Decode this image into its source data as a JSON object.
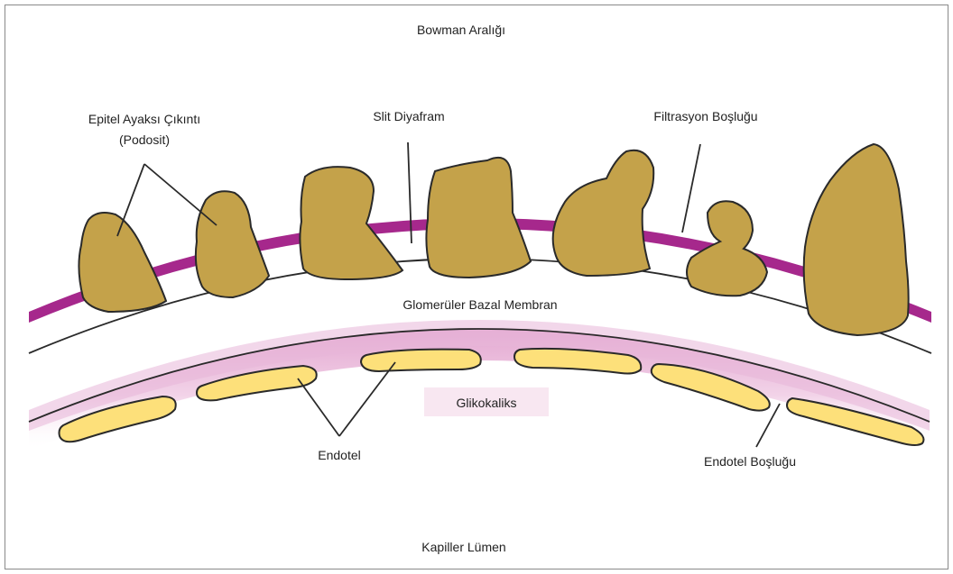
{
  "labels": {
    "bowman": "Bowman Aralığı",
    "epitel_line1": "Epitel Ayaksı Çıkıntı",
    "epitel_line2": "(Podosit)",
    "slit": "Slit Diyafram",
    "filtrasyon": "Filtrasyon Boşluğu",
    "gbm": "Glomerüler Bazal Membran",
    "glikokaliks": "Glikokaliks",
    "endotel": "Endotel",
    "endotel_bosluk": "Endotel Boşluğu",
    "kapiller": "Kapiller Lümen"
  },
  "colors": {
    "podocyte": "#c4a24a",
    "membrane": "#a6288c",
    "endothelium": "#fde07a",
    "glycocalyx": "#e8b6d8",
    "outline": "#2a2a2a"
  }
}
